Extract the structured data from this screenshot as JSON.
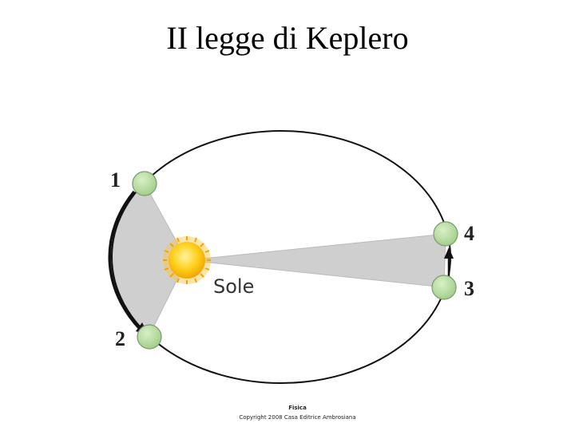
{
  "slide": {
    "title": "II legge di Keplero"
  },
  "diagram": {
    "sun_label": "Sole",
    "position_labels": [
      "1",
      "2",
      "3",
      "4"
    ],
    "colors": {
      "orbit": "#111111",
      "swept_area": "#cfcfcf",
      "planet_fill": "#b7dfa0",
      "planet_stroke": "#7a9a70",
      "sun_core": "#ffd21f",
      "sun_rays": "#f5a300"
    },
    "icons": [
      "sun-icon",
      "planet-icon",
      "arrow-icon"
    ]
  },
  "footer": {
    "book_title": "Fisica",
    "copyright": "Copyright 2008 Casa Editrice Ambrosiana"
  }
}
